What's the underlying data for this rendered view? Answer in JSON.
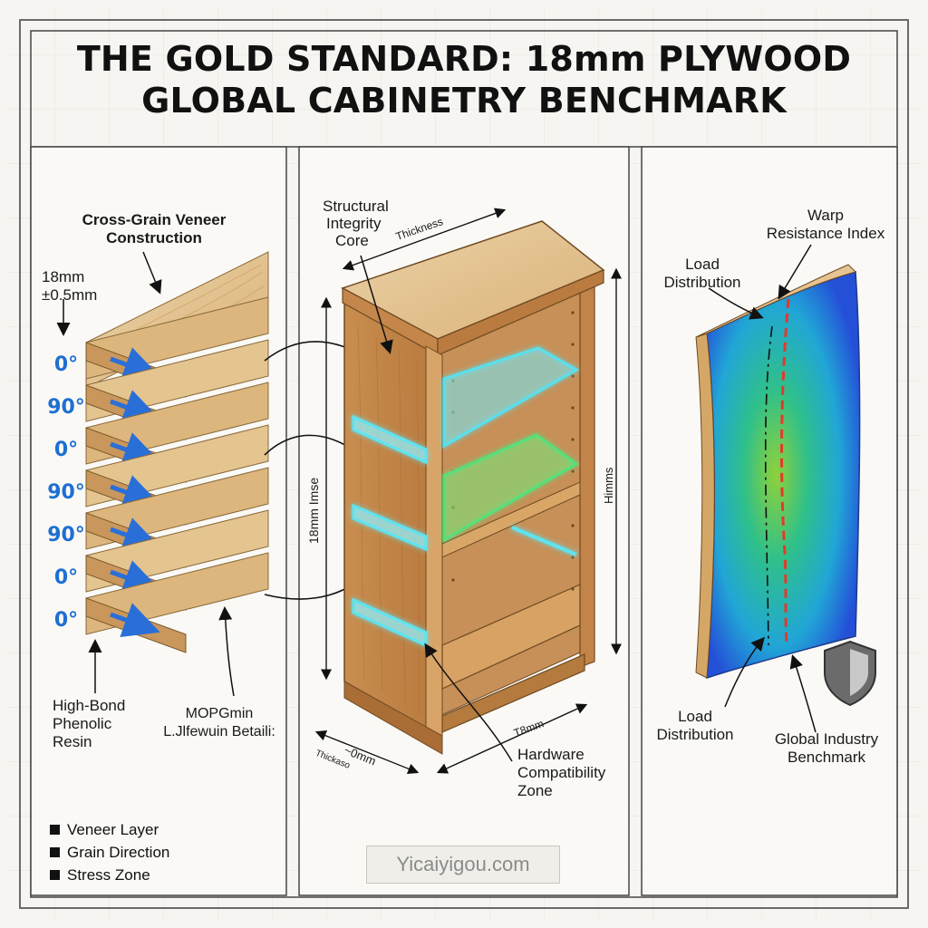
{
  "title": {
    "line1": "THE GOLD STANDARD: 18mm PLYWOOD",
    "line2": "GLOBAL CABINETRY BENCHMARK"
  },
  "left_panel": {
    "heading_line1": "Cross-Grain Veneer",
    "heading_line2": "Construction",
    "thickness_line1": "18mm",
    "thickness_line2": "±0.5mm",
    "ply_angles": [
      "0°",
      "90°",
      "0°",
      "90°",
      "90°",
      "0°",
      "0°"
    ],
    "resin_line1": "High-Bond",
    "resin_line2": "Phenolic",
    "resin_line3": "Resin",
    "garbled_line1": "MOPGmin",
    "garbled_line2": "L.Jlfewuin Betaili:",
    "legend": [
      "Veneer Layer",
      "Grain Direction",
      "Stress Zone"
    ]
  },
  "center_panel": {
    "core_line1": "Structural",
    "core_line2": "Integrity",
    "core_line3": "Core",
    "top_dim": "Thickness",
    "left_dim": "18mm Imse",
    "right_dim": "Himms",
    "bottom_right_dim": "T8mm",
    "bottom_left_dim": "~0mm",
    "bottom_left_sub": "Thickaso",
    "hardware_line1": "Hardware",
    "hardware_line2": "Compatibility",
    "hardware_line3": "Zone"
  },
  "right_panel": {
    "warp_line1": "Warp",
    "warp_line2": "Resistance Index",
    "load_top_line1": "Load",
    "load_top_line2": "Distribution",
    "load_bottom_line1": "Load",
    "load_bottom_line2": "Distribution",
    "benchmark_line1": "Global Industry",
    "benchmark_line2": "Benchmark"
  },
  "watermark": "Yicaiyigou.com",
  "colors": {
    "angle_blue": "#1f6fd1",
    "wood": "#d6a66a",
    "glow": "#5fe3f0",
    "warp_line": "#e23a2a"
  }
}
